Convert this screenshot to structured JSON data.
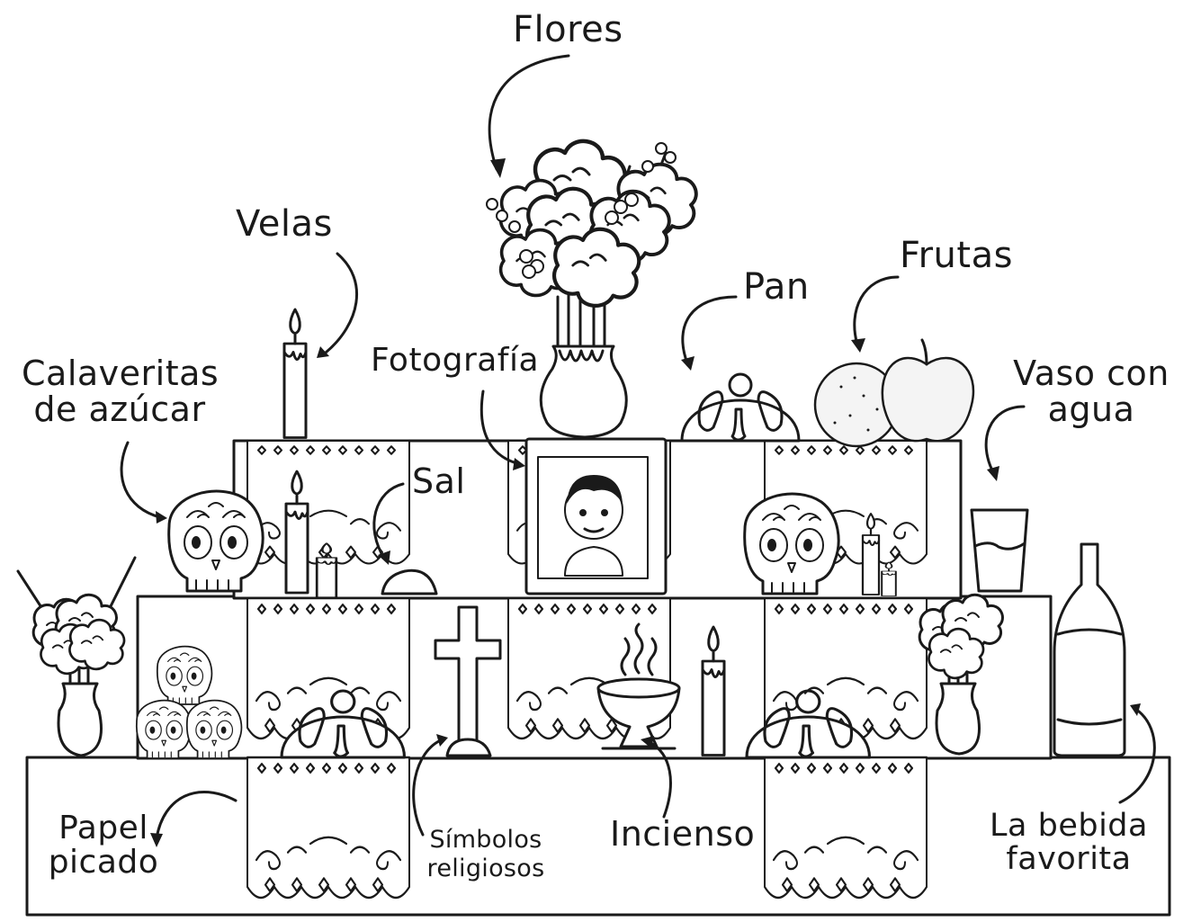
{
  "labels": {
    "flores": "Flores",
    "velas": "Velas",
    "pan": "Pan",
    "frutas": "Frutas",
    "fotografia": "Fotografía",
    "calaveritas_1": "Calaveritas",
    "calaveritas_2": "de azúcar",
    "vaso_1": "Vaso con",
    "vaso_2": "agua",
    "sal": "Sal",
    "papel_1": "Papel",
    "papel_2": "picado",
    "simbolos_1": "Símbolos",
    "simbolos_2": "religiosos",
    "incienso": "Incienso",
    "bebida_1": "La bebida",
    "bebida_2": "favorita"
  },
  "icons": [
    "marigold-flowers-icon",
    "candle-icon",
    "pan-de-muerto-icon",
    "orange-icon",
    "apple-icon",
    "photo-frame-icon",
    "sugar-skull-icon",
    "water-glass-icon",
    "salt-pile-icon",
    "papel-picado-icon",
    "cross-icon",
    "incense-burner-icon",
    "bottle-icon",
    "arrow-icon"
  ],
  "colors": {
    "ink": "#1a1a1a",
    "paper": "#ffffff"
  }
}
